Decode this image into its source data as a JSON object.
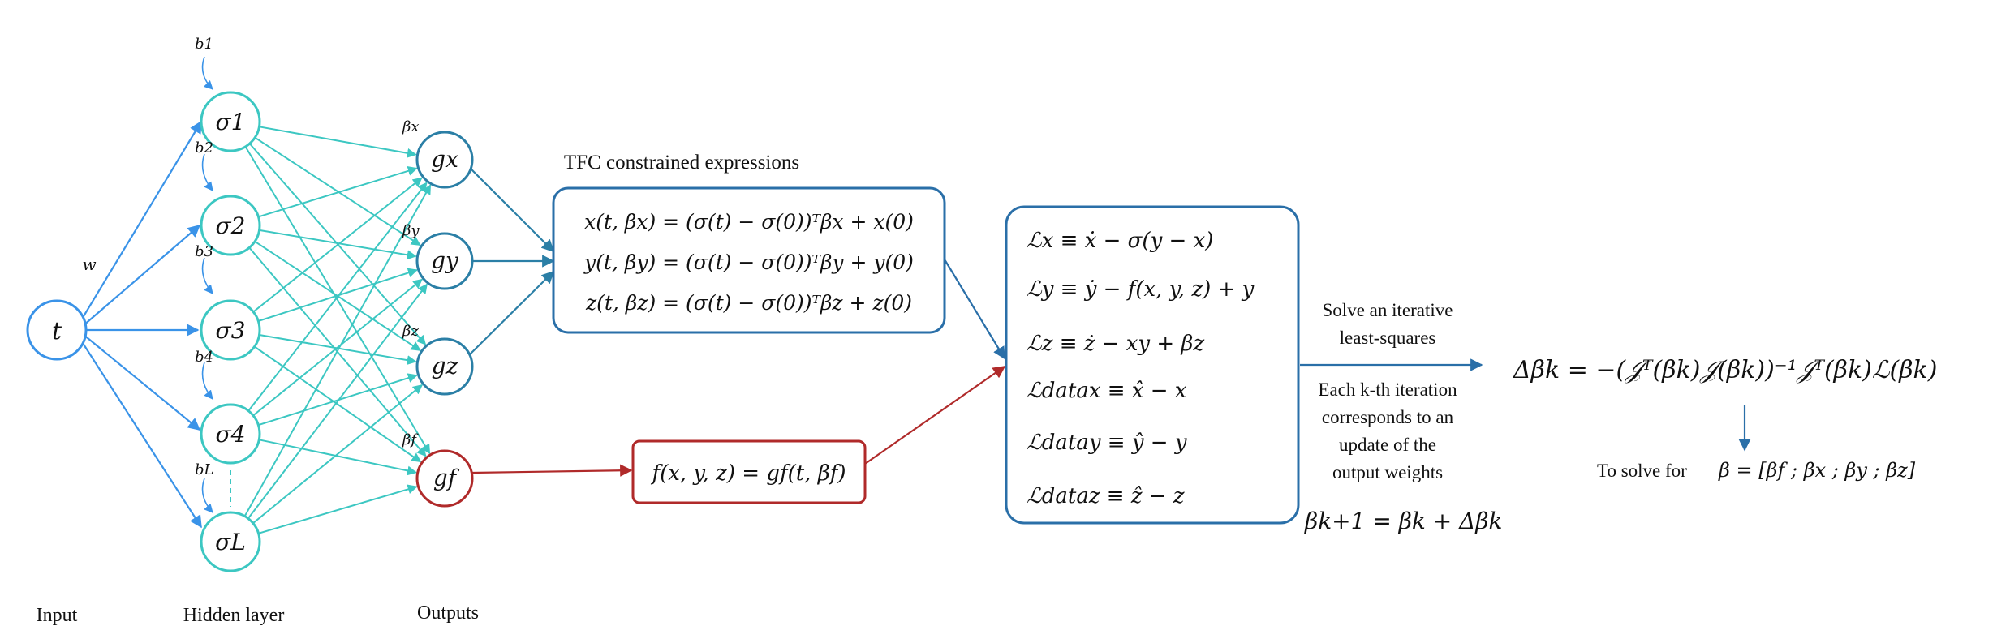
{
  "colors": {
    "input": "#3a93e8",
    "hidden": "#3cc7c2",
    "output": "#2b7fa6",
    "force": "#b02a2a",
    "box": "#2a6fa8",
    "text": "#111111"
  },
  "network": {
    "input_node": "t",
    "weight_label": "w",
    "hidden_nodes": [
      "σ1",
      "σ2",
      "σ3",
      "σ4",
      "σL"
    ],
    "bias_labels": [
      "b1",
      "b2",
      "b3",
      "b4",
      "bL"
    ],
    "output_nodes": [
      "gx",
      "gy",
      "gz",
      "gf"
    ],
    "beta_labels": [
      "βx",
      "βy",
      "βz",
      "βf"
    ],
    "captions": {
      "input": "Input",
      "hidden": "Hidden layer",
      "outputs": "Outputs"
    }
  },
  "tfc": {
    "title": "TFC constrained expressions",
    "equations": [
      "x(t, βx) = (σ(t) − σ(0))ᵀβx + x(0)",
      "y(t, βy) = (σ(t) − σ(0))ᵀβy + y(0)",
      "z(t, βz) = (σ(t) − σ(0))ᵀβz + z(0)"
    ]
  },
  "force_box": {
    "equation": "f(x, y, z) = gf(t, βf)"
  },
  "loss": {
    "equations": [
      "ℒx ≡ ẋ − σ(y − x)",
      "ℒy ≡ ẏ − f(x, y, z) + y",
      "ℒz ≡ ż − xy + βz",
      "ℒdatax ≡ x̂ − x",
      "ℒdatay ≡ ŷ − y",
      "ℒdataz ≡ ẑ − z"
    ],
    "update": "βk+1 = βk + Δβk"
  },
  "solver": {
    "arrow_label_1": "Solve an iterative",
    "arrow_label_2": "least-squares",
    "note_line_1": "Each k-th iteration",
    "note_line_2": "corresponds to an",
    "note_line_3": "update of the",
    "note_line_4": "output weights",
    "delta_equation": "Δβk = −(𝒥ᵀ(βk)𝒥(βk))⁻¹𝒥ᵀ(βk)ℒ(βk)",
    "solve_for": "To solve for",
    "solve_for_vector": "β = [βf ; βx ; βy ; βz]"
  }
}
